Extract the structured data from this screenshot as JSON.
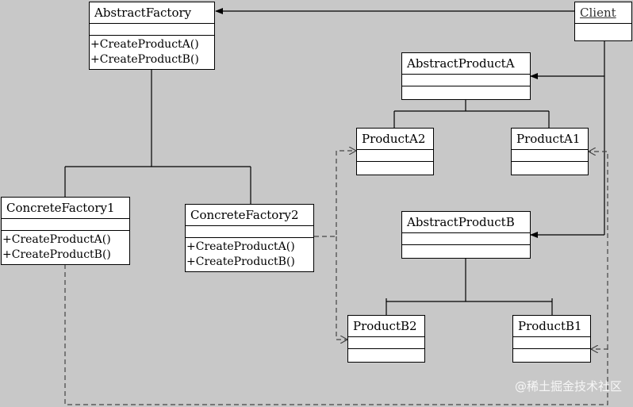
{
  "classes": {
    "abstract_factory": {
      "name": "AbstractFactory",
      "ops": [
        "+CreateProductA()",
        "+CreateProductB()"
      ]
    },
    "client": {
      "name": "Client"
    },
    "abstract_product_a": {
      "name": "AbstractProductA"
    },
    "product_a2": {
      "name": "ProductA2"
    },
    "product_a1": {
      "name": "ProductA1"
    },
    "concrete_factory1": {
      "name": "ConcreteFactory1",
      "ops": [
        "+CreateProductA()",
        "+CreateProductB()"
      ]
    },
    "concrete_factory2": {
      "name": "ConcreteFactory2",
      "ops": [
        "+CreateProductA()",
        "+CreateProductB()"
      ]
    },
    "abstract_product_b": {
      "name": "AbstractProductB"
    },
    "product_b2": {
      "name": "ProductB2"
    },
    "product_b1": {
      "name": "ProductB1"
    }
  },
  "watermark": "@稀土掘金技术社区",
  "colors": {
    "background": "#c8c8c8",
    "box": "#ffffff",
    "line": "#000000",
    "dashed": "#444444"
  }
}
